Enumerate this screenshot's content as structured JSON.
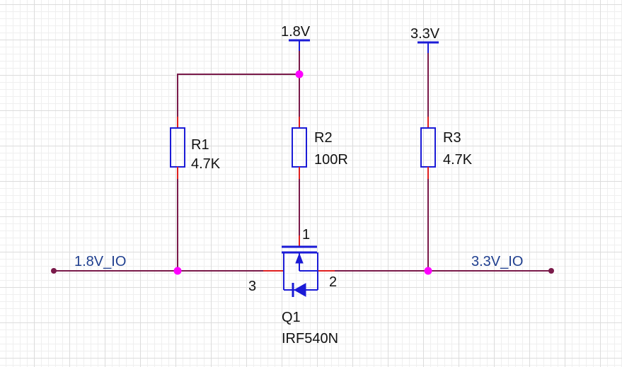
{
  "power": {
    "v18": "1.8V",
    "v33": "3.3V"
  },
  "resistors": {
    "r1": {
      "ref": "R1",
      "value": "4.7K"
    },
    "r2": {
      "ref": "R2",
      "value": "100R"
    },
    "r3": {
      "ref": "R3",
      "value": "4.7K"
    }
  },
  "mosfet": {
    "ref": "Q1",
    "value": "IRF540N",
    "pin_gate": "1",
    "pin_drain": "2",
    "pin_source": "3"
  },
  "nets": {
    "left": "1.8V_IO",
    "right": "3.3V_IO"
  },
  "colors": {
    "wire": "#7a1a4a",
    "pin": "#e02020",
    "symbol": "#1b1bd6",
    "junction": "#ff00ff",
    "net_label": "#1f3f8f"
  }
}
